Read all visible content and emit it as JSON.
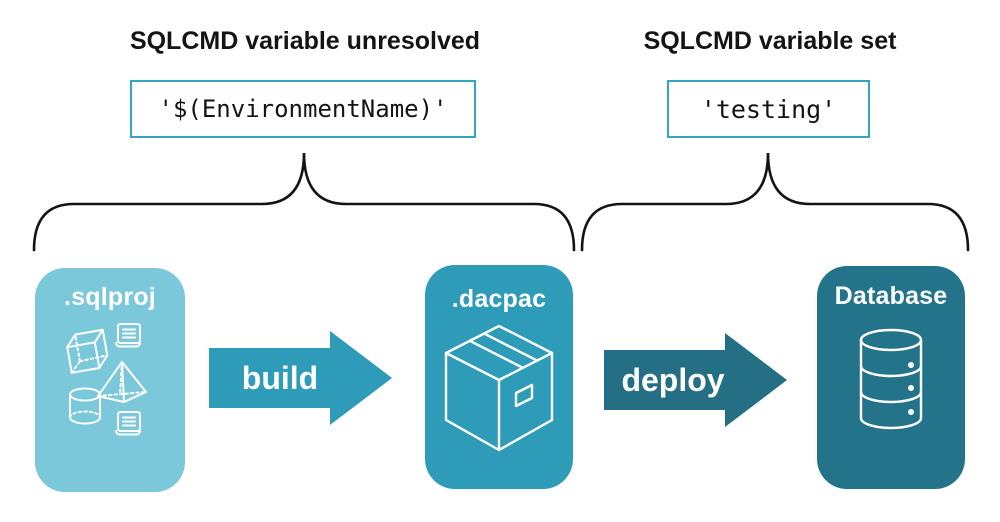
{
  "palette": {
    "canvas_bg": "#ffffff",
    "light_blue": "#7bc8db",
    "teal": "#2e9cb8",
    "dark_teal": "#23748a",
    "arrow_build": "#2e9cb8",
    "arrow_deploy": "#256f85",
    "code_border": "#35a4c0",
    "text_dark": "#141414",
    "icon_white": "#ffffff"
  },
  "annotations": {
    "left": {
      "title": "SQLCMD variable unresolved",
      "code": "'$(EnvironmentName)'"
    },
    "right": {
      "title": "SQLCMD variable set",
      "code": "'testing'"
    }
  },
  "pipeline": {
    "nodes": [
      {
        "label": ".sqlproj",
        "icon": "sql-project-objects-icon",
        "color": "#7bc8db"
      },
      {
        "label": ".dacpac",
        "icon": "package-box-icon",
        "color": "#2e9cb8"
      },
      {
        "label": "Database",
        "icon": "database-cylinder-icon",
        "color": "#23748a"
      }
    ],
    "arrows": [
      {
        "label": "build",
        "color": "#2e9cb8"
      },
      {
        "label": "deploy",
        "color": "#256f85"
      }
    ]
  }
}
